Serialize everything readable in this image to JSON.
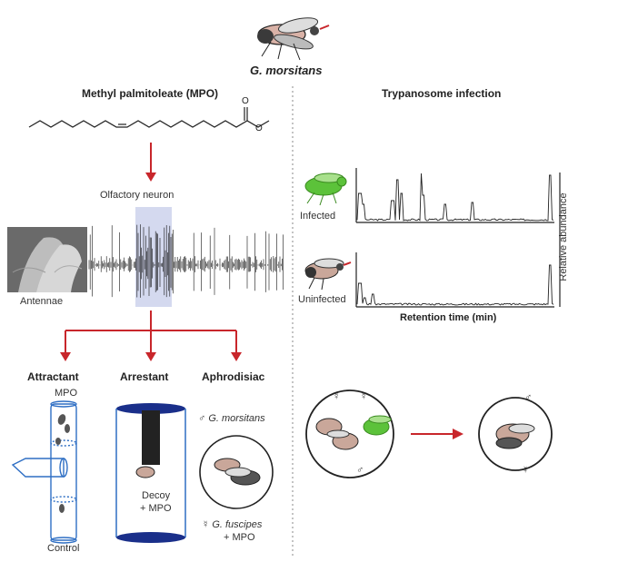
{
  "species_title": "G. morsitans",
  "left_heading": "Methyl palmitoleate (MPO)",
  "right_heading": "Trypanosome infection",
  "olfactory_label": "Olfactory neuron",
  "antennae_label": "Antennae",
  "behaviors": {
    "attractant": "Attractant",
    "arrestant": "Arrestant",
    "aphrodisiac": "Aphrodisiac"
  },
  "attractant_top": "MPO",
  "attractant_bottom": "Control",
  "decoy_line1": "Decoy",
  "decoy_line2": "+ MPO",
  "male_label": "G. morsitans",
  "female_label": "G. fuscipes",
  "female_label2": "+ MPO",
  "infected_label": "Infected",
  "uninfected_label": "Uninfected",
  "x_axis": "Retention time (min)",
  "y_axis": "Relative abundance",
  "symbols": {
    "male": "♂",
    "female": "☿"
  },
  "colors": {
    "arrow_red": "#c8262b",
    "tube_blue": "#2f6fc4",
    "infected_green": "#5cc23a",
    "dark_blue": "#1a2f8a"
  }
}
